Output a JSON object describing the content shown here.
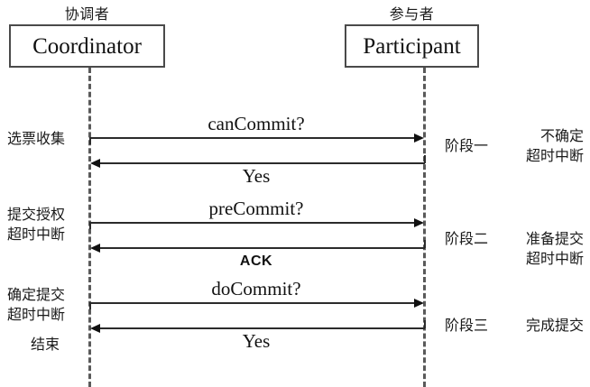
{
  "diagram": {
    "title": "Three-Phase Commit (3PC) sequence diagram",
    "ink_color": "#111111",
    "box_border_color": "#4a4a4a",
    "lifeline_color": "#5a5a5a",
    "background": "#ffffff"
  },
  "actors": {
    "coordinator": {
      "caption": "协调者",
      "name": "Coordinator"
    },
    "participant": {
      "caption": "参与者",
      "name": "Participant"
    }
  },
  "messages": [
    {
      "id": "can-commit",
      "label": "canCommit?",
      "direction": "request",
      "style": "serif"
    },
    {
      "id": "yes-1",
      "label": "Yes",
      "direction": "response",
      "style": "serif"
    },
    {
      "id": "pre-commit",
      "label": "preCommit?",
      "direction": "request",
      "style": "serif"
    },
    {
      "id": "ack",
      "label": "ACK",
      "direction": "response",
      "style": "sans"
    },
    {
      "id": "do-commit",
      "label": "doCommit?",
      "direction": "request",
      "style": "serif"
    },
    {
      "id": "yes-2",
      "label": "Yes",
      "direction": "response",
      "style": "serif"
    }
  ],
  "left_notes": [
    {
      "id": "phase1-left",
      "lines": [
        "选票收集"
      ]
    },
    {
      "id": "phase2-left",
      "lines": [
        "提交授权",
        "超时中断"
      ]
    },
    {
      "id": "phase3-left",
      "lines": [
        "确定提交",
        "超时中断"
      ]
    },
    {
      "id": "end-left",
      "lines": [
        "结束"
      ]
    }
  ],
  "right_notes": [
    {
      "id": "phase1-right",
      "phase": "阶段一",
      "lines": [
        "不确定",
        "超时中断"
      ]
    },
    {
      "id": "phase2-right",
      "phase": "阶段二",
      "lines": [
        "准备提交",
        "超时中断"
      ]
    },
    {
      "id": "phase3-right",
      "phase": "阶段三",
      "lines": [
        "完成提交"
      ]
    }
  ]
}
